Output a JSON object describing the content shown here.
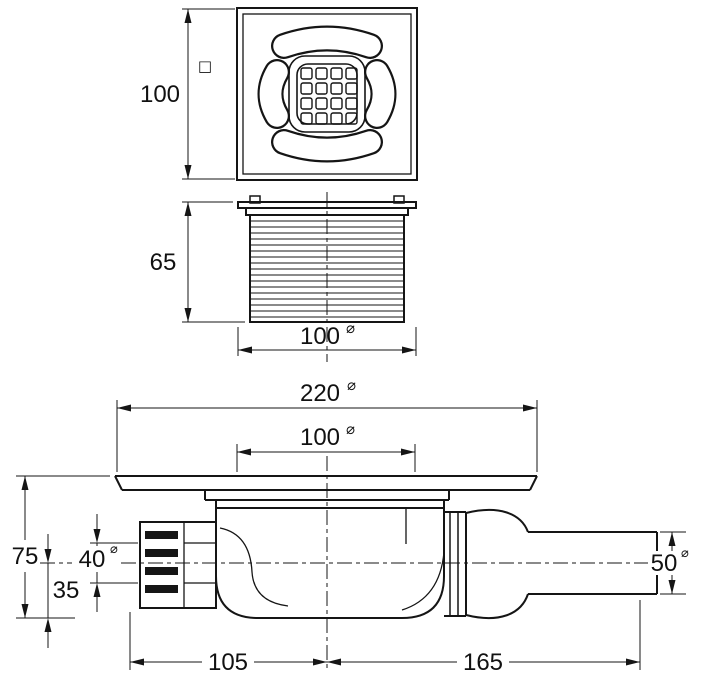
{
  "dims": {
    "top_size": "100",
    "side_height": "65",
    "side_diameter": "100",
    "flange_diameter": "220",
    "neck_diameter": "100",
    "body_height": "75",
    "bottom_offset": "35",
    "inlet_diameter": "40",
    "outlet_diameter": "50",
    "length_left": "105",
    "length_right": "165"
  },
  "symbols": {
    "diameter": "⌀",
    "square": "□"
  },
  "colors": {
    "line": "#151515",
    "background": "#ffffff"
  }
}
